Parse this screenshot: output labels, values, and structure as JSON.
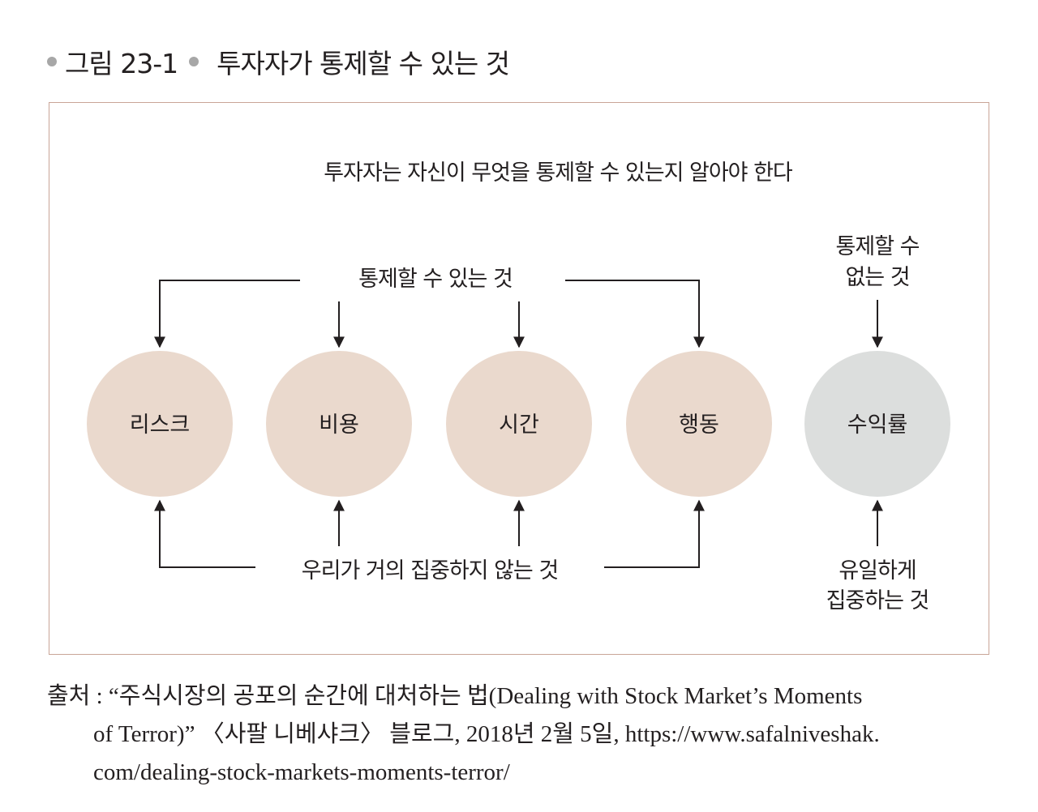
{
  "figure": {
    "number": "그림 23-1",
    "title": "투자자가 통제할 수 있는 것"
  },
  "diagram": {
    "heading": "투자자는 자신이 무엇을 통제할 수 있는지 알아야 한다",
    "top_label": "통제할 수 있는 것",
    "bottom_label": "우리가 거의 집중하지 않는 것",
    "right_top_label": [
      "통제할 수",
      "없는 것"
    ],
    "right_bottom_label": [
      "유일하게",
      "집중하는 것"
    ],
    "nodes": [
      {
        "label": "리스크",
        "color": "#ead9cd"
      },
      {
        "label": "비용",
        "color": "#ead9cd"
      },
      {
        "label": "시간",
        "color": "#ead9cd"
      },
      {
        "label": "행동",
        "color": "#ead9cd"
      },
      {
        "label": "수익률",
        "color": "#dcdedd"
      }
    ]
  },
  "caption": {
    "line1": "출처 : “주식시장의 공포의 순간에 대처하는 법(Dealing with Stock Market’s Moments",
    "line2": "of Terror)” 〈사팔 니베샤크〉 블로그, 2018년 2월 5일, https://www.safalniveshak.",
    "line3": "com/dealing-stock-markets-moments-terror/"
  }
}
